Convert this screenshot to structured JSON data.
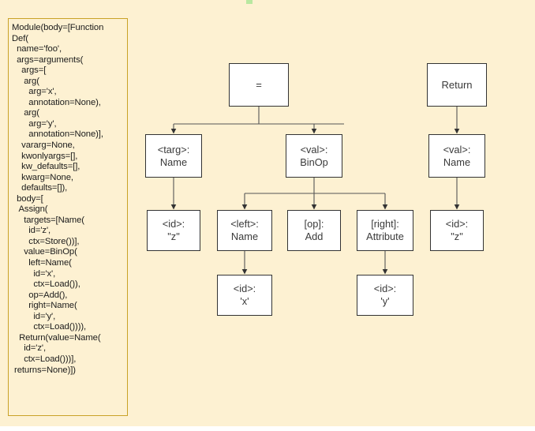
{
  "page": {
    "background_color": "#fdf1d2",
    "node_fill": "#ffffff",
    "node_border": "#333333",
    "panel_border": "#c9a227",
    "edge_color": "#555555"
  },
  "code_panel": {
    "label": "ast-dump",
    "text": "Module(body=[Function\nDef(\n  name='foo',\n  args=arguments(\n    args=[\n     arg(\n       arg='x',\n       annotation=None),\n     arg(\n       arg='y',\n       annotation=None)],\n    vararg=None,\n    kwonlyargs=[],\n    kw_defaults=[],\n    kwarg=None,\n    defaults=[]),\n  body=[\n   Assign(\n     targets=[Name(\n       id='z',\n       ctx=Store())],\n     value=BinOp(\n       left=Name(\n         id='x',\n         ctx=Load()),\n       op=Add(),\n       right=Name(\n         id='y',\n         ctx=Load()))),\n   Return(value=Name(\n     id='z',\n     ctx=Load()))],\n returns=None)])"
  },
  "tree": {
    "nodes": [
      {
        "id": "assign",
        "line1": "=",
        "line2": ""
      },
      {
        "id": "targ",
        "line1": "<targ>:",
        "line2": "Name"
      },
      {
        "id": "val_bin",
        "line1": "<val>:",
        "line2": "BinOp"
      },
      {
        "id": "return",
        "line1": "Return",
        "line2": ""
      },
      {
        "id": "val_name",
        "line1": "<val>:",
        "line2": "Name"
      },
      {
        "id": "id_z1",
        "line1": "<id>:",
        "line2": "\"z\""
      },
      {
        "id": "left",
        "line1": "<left>:",
        "line2": "Name"
      },
      {
        "id": "op",
        "line1": "[op]:",
        "line2": "Add"
      },
      {
        "id": "right",
        "line1": "[right]:",
        "line2": "Attribute"
      },
      {
        "id": "id_z2",
        "line1": "<id>:",
        "line2": "\"z\""
      },
      {
        "id": "id_x",
        "line1": "<id>:",
        "line2": "'x'"
      },
      {
        "id": "id_y",
        "line1": "<id>:",
        "line2": "'y'"
      }
    ]
  }
}
